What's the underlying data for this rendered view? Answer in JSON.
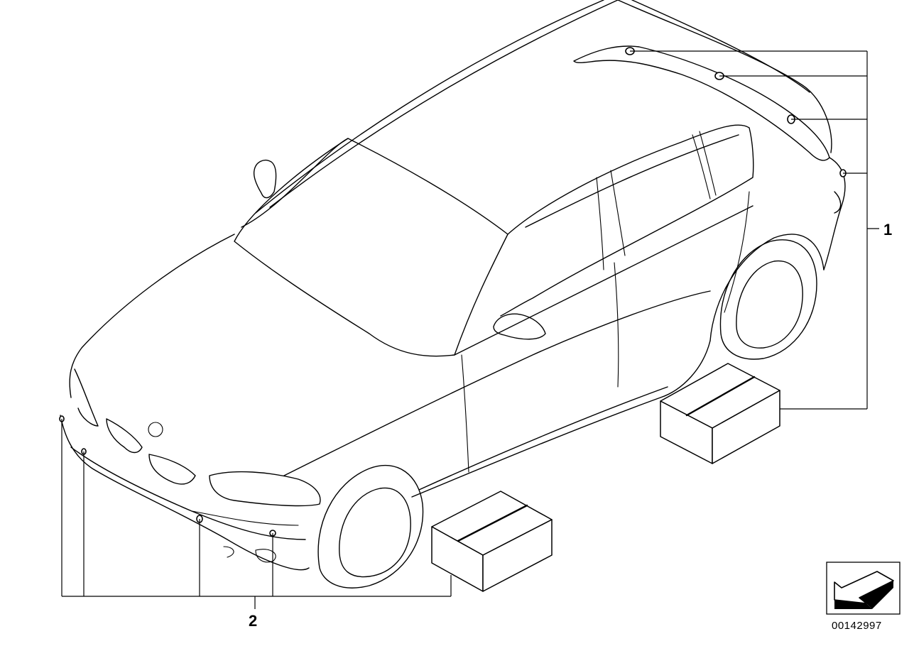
{
  "callouts": {
    "rear_group": "1",
    "front_group": "2"
  },
  "document_number": "00142997",
  "icons": {
    "orientation": "arrow-icon"
  }
}
